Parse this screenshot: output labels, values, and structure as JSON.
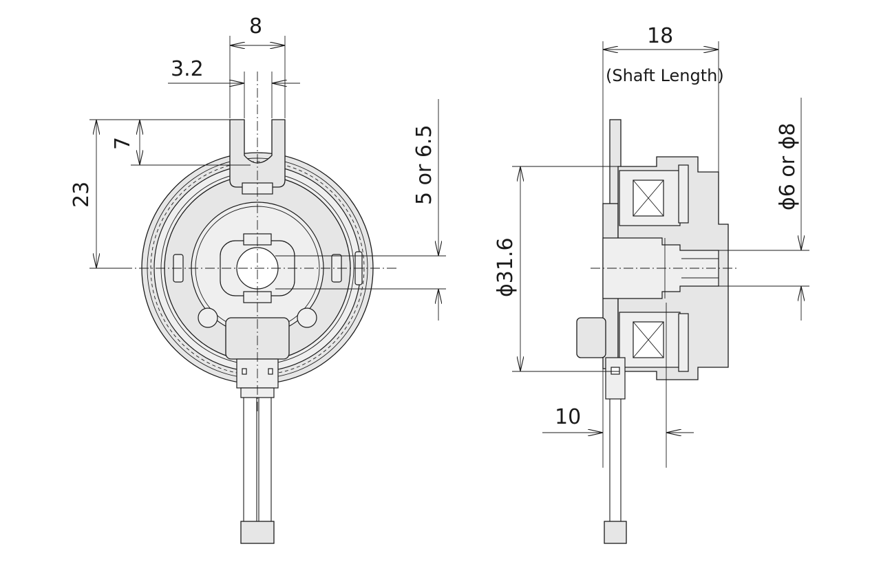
{
  "dimensions": {
    "slot_width": "8",
    "slot_offset": "3.2",
    "slot_depth": "7",
    "height": "23",
    "eccentric": "5 or 6.5",
    "length": "18",
    "length_note": "(Shaft Length)",
    "shaft_diameter": "ϕ6 or ϕ8",
    "diameter": "ϕ31.6",
    "depth": "10"
  },
  "colors": {
    "line": "#1a1a1a",
    "fill": "#e6e6e6"
  }
}
